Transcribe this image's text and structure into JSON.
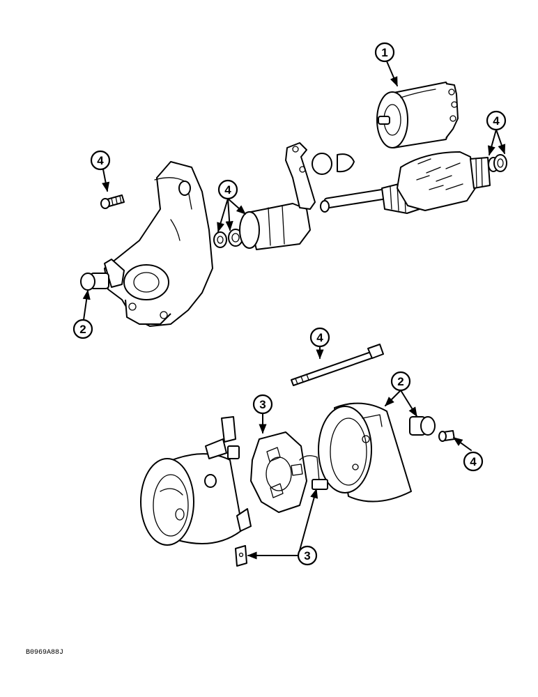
{
  "callouts": {
    "solenoid": "1",
    "drive_end_plug": "2",
    "bearing_retainer_screw": "4",
    "pinion_rings": "4",
    "armature_rings": "4",
    "through_bolt": "4",
    "commutator_plug": "2",
    "commutator_screw": "4",
    "brush_holder": "3",
    "brush_lead": "3",
    "brush_clip": "3"
  },
  "reference_code": "B0969A88J"
}
